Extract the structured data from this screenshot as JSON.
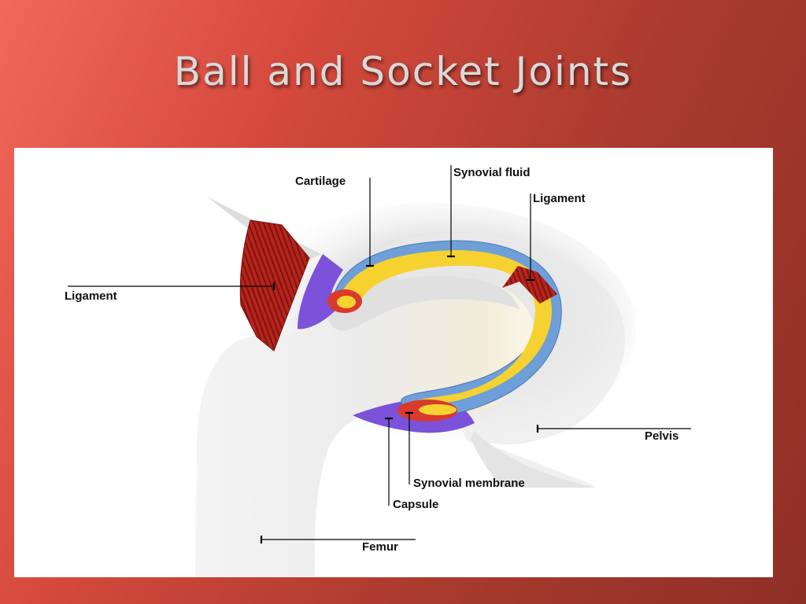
{
  "slide": {
    "title": "Ball and Socket Joints"
  },
  "diagram": {
    "labels": {
      "cartilage": "Cartilage",
      "synovial_fluid": "Synovial fluid",
      "ligament_top": "Ligament",
      "ligament_left": "Ligament",
      "pelvis": "Pelvis",
      "synovial_membrane": "Synovial membrane",
      "capsule": "Capsule",
      "femur": "Femur"
    },
    "colors": {
      "background_start": "#f2685a",
      "background_end": "#8e2f26",
      "cartilage": "#6f9fd8",
      "synovial_fluid": "#f6d230",
      "ligament": "#c4261e",
      "capsule": "#7b52d9",
      "bone": "#eeeeee"
    }
  }
}
